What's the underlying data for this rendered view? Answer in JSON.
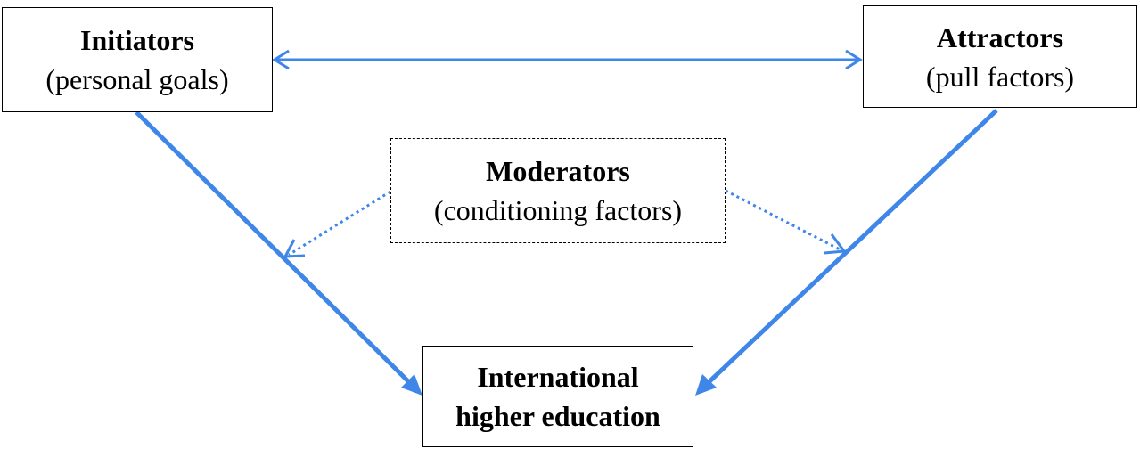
{
  "colors": {
    "arrow": "#3f86e9",
    "border": "#000000",
    "text": "#000000"
  },
  "nodes": {
    "initiators": {
      "title": "Initiators",
      "subtitle": "(personal goals)"
    },
    "attractors": {
      "title": "Attractors",
      "subtitle": "(pull factors)"
    },
    "moderators": {
      "title": "Moderators",
      "subtitle": "(conditioning factors)"
    },
    "ihe": {
      "line1": "International",
      "line2": "higher education"
    }
  },
  "edges": [
    {
      "from": "initiators",
      "to": "attractors",
      "style": "solid",
      "direction": "both"
    },
    {
      "from": "initiators",
      "to": "ihe",
      "style": "solid",
      "direction": "forward"
    },
    {
      "from": "attractors",
      "to": "ihe",
      "style": "solid",
      "direction": "forward"
    },
    {
      "from": "moderators",
      "to": "initiators-ihe-edge",
      "style": "dotted",
      "direction": "forward"
    },
    {
      "from": "moderators",
      "to": "attractors-ihe-edge",
      "style": "dotted",
      "direction": "forward"
    }
  ]
}
